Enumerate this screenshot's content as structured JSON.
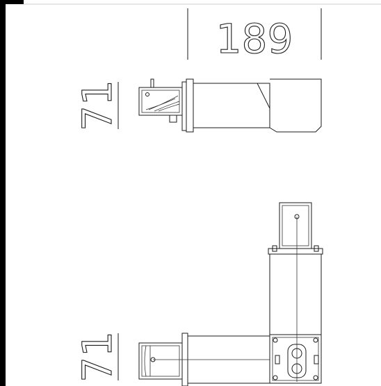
{
  "drawing": {
    "dim_width": "189",
    "dim_height_top": "71",
    "dim_height_bottom": "71",
    "colors": {
      "line": "#1a1a1a",
      "bar": "#000000",
      "background": "#ffffff"
    }
  }
}
